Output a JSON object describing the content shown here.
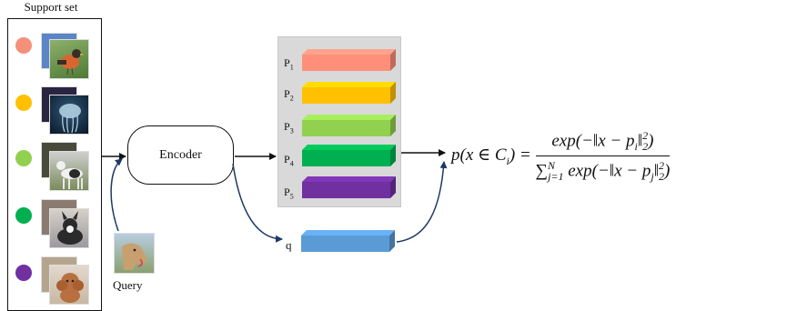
{
  "support_set": {
    "title": "Support set",
    "classes": [
      {
        "color": "#f4907a",
        "subject": "bird-photo"
      },
      {
        "color": "#ffc000",
        "subject": "jellyfish-photo"
      },
      {
        "color": "#92d050",
        "subject": "greyhound-photo"
      },
      {
        "color": "#00b050",
        "subject": "bulldog-photo"
      },
      {
        "color": "#7030a0",
        "subject": "poodle-photo"
      }
    ]
  },
  "encoder": {
    "label": "Encoder"
  },
  "query": {
    "label": "Query"
  },
  "prototypes": [
    {
      "label": "P",
      "index": "1",
      "color": "#ff8f7a"
    },
    {
      "label": "P",
      "index": "2",
      "color": "#ffc000"
    },
    {
      "label": "P",
      "index": "3",
      "color": "#92d050"
    },
    {
      "label": "P",
      "index": "4",
      "color": "#00b050"
    },
    {
      "label": "P",
      "index": "5",
      "color": "#7030a0"
    }
  ],
  "query_embedding": {
    "label": "q",
    "color": "#5b9bd5"
  },
  "formula": {
    "lhs": "p(x ∈ C",
    "lhs_sub": "i",
    "lhs_close": ") =",
    "numerator": "exp(−‖x − p",
    "numerator_sub": "i",
    "numerator_close": "‖",
    "numerator_norm_sub": "2",
    "numerator_norm_sup": "2",
    "numerator_end": ")",
    "denominator_sum": "∑",
    "denominator_sum_sup": "N",
    "denominator_sum_sub": "j=1",
    "denominator": " exp(−‖x − p",
    "denominator_sub": "j",
    "denominator_close": "‖",
    "denominator_norm_sub": "2",
    "denominator_norm_sup": "2",
    "denominator_end": ")"
  }
}
